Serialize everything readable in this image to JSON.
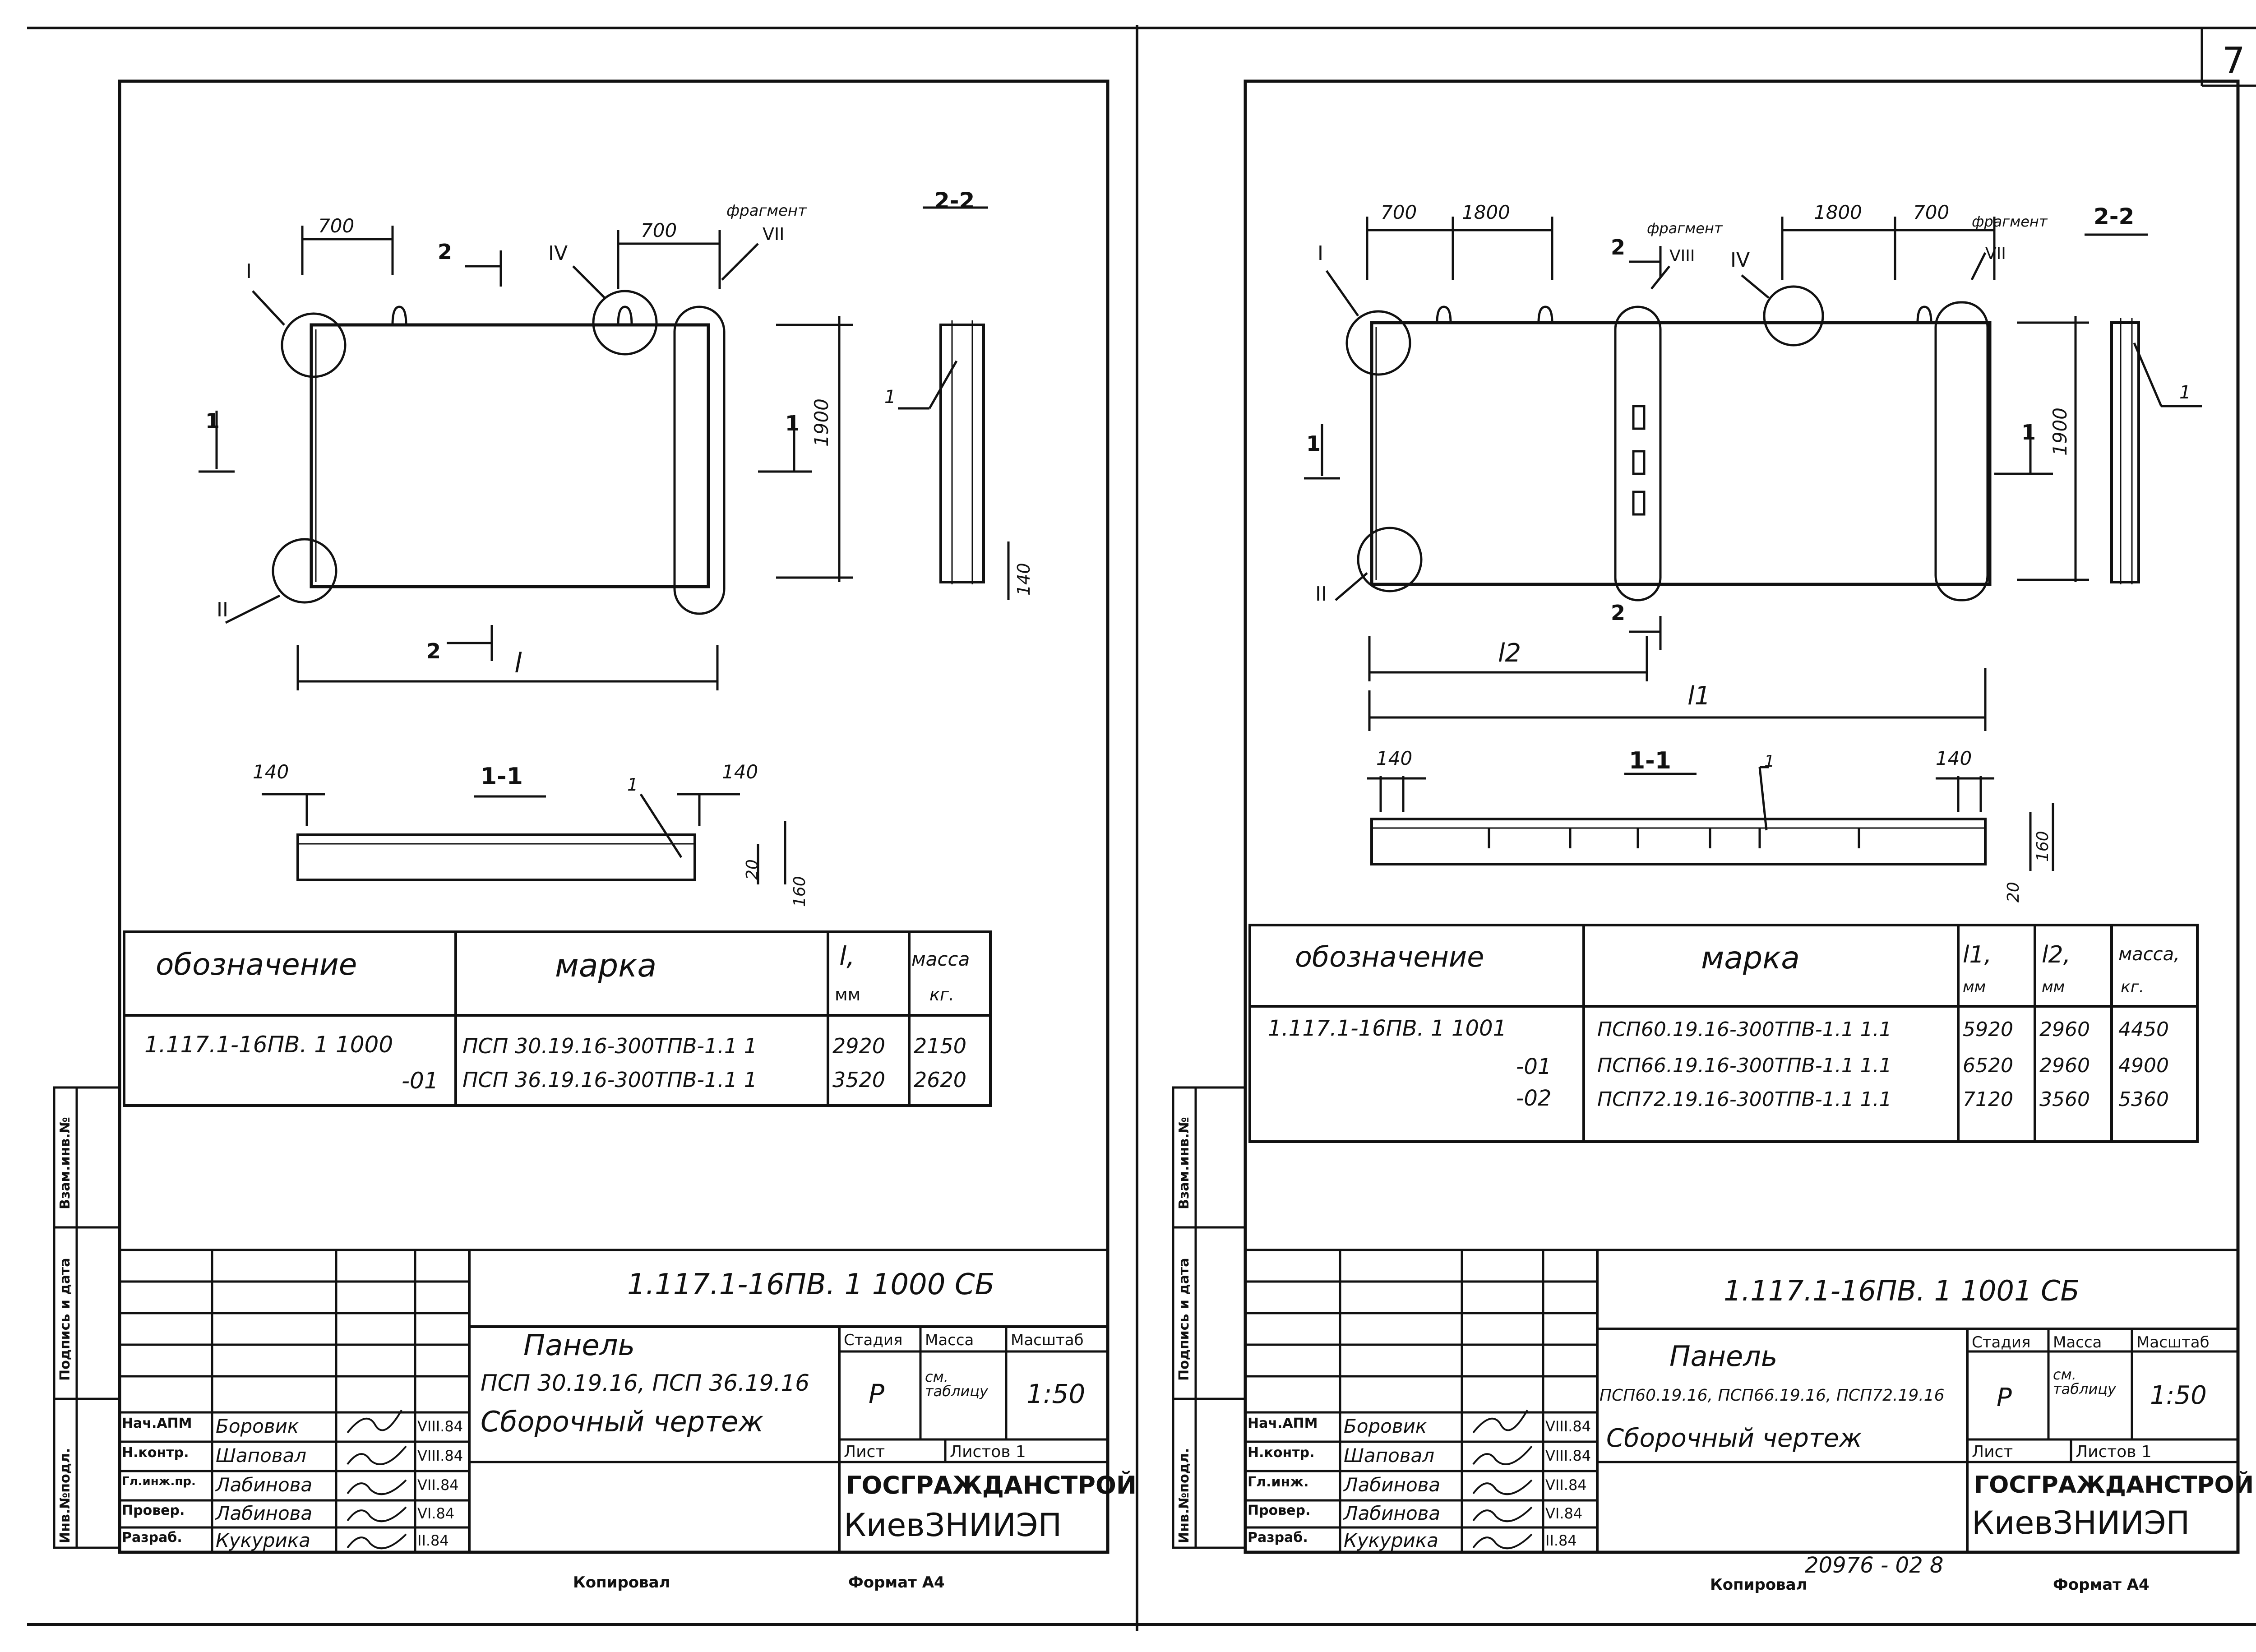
{
  "page_number": "7",
  "left": {
    "labels": {
      "dim_700_a": "700",
      "dim_700_b": "700",
      "fragment": "фрагмент",
      "fragment_num": "VII",
      "section_22": "2-2",
      "sec_mark_2a": "2",
      "sec_mark_2b": "2",
      "callout_I": "I",
      "callout_II": "II",
      "callout_IV": "IV",
      "sec_mark_1a": "1",
      "sec_mark_1b": "1",
      "dim_1900": "1900",
      "dim_l": "l",
      "callout_1": "1",
      "dim_140_v": "140",
      "section_11": "1-1",
      "dim_140_l": "140",
      "dim_140_r": "140",
      "callout_1b": "1",
      "dim_20": "20",
      "dim_160": "160"
    },
    "table": {
      "h_designation": "обозначение",
      "h_mark": "марка",
      "h_l": "l,",
      "h_l_unit": "мм",
      "h_mass": "масса",
      "h_mass_unit": "кг.",
      "rows": [
        {
          "designation": "1.117.1-16ПВ. 1 1000",
          "mark": "ПСП 30.19.16-300ТПВ-1.1 1",
          "l": "2920",
          "mass": "2150"
        },
        {
          "designation": "-01",
          "mark": "ПСП 36.19.16-300ТПВ-1.1 1",
          "l": "3520",
          "mass": "2620"
        }
      ]
    },
    "stamp": {
      "code": "1.117.1-16ПВ. 1 1000 СБ",
      "title1": "Панель",
      "title2": "ПСП 30.19.16, ПСП 36.19.16",
      "title3": "Сборочный чертеж",
      "stage_h": "Стадия",
      "mass_h": "Масса",
      "scale_h": "Масштаб",
      "stage": "Р",
      "mass": "см. таблицу",
      "scale": "1:50",
      "sheet": "Лист",
      "sheets": "Листов 1",
      "org1": "ГОСГРАЖДАНСТРОЙ",
      "org2": "КиевЗНИИЭП",
      "people": [
        {
          "role": "Нач.АПМ",
          "name": "Боровик",
          "date": "VIII.84"
        },
        {
          "role": "Н.контр.",
          "name": "Шаповал",
          "date": "VIII.84"
        },
        {
          "role": "Гл.инж.пр.",
          "name": "Лабинова",
          "date": "VII.84"
        },
        {
          "role": "Провер.",
          "name": "Лабинова",
          "date": "VI.84"
        },
        {
          "role": "Разраб.",
          "name": "Кукурика",
          "date": "II.84"
        }
      ],
      "side1": "Взам.инв.№",
      "side2": "Подпись и дата",
      "side3": "Инв.№подл."
    },
    "footer_copy": "Копировал",
    "footer_format": "Формат А4"
  },
  "right": {
    "labels": {
      "dim_700a": "700",
      "dim_1800a": "1800",
      "dim_1800b": "1800",
      "dim_700b": "700",
      "fragment_a": "фрагмент",
      "fragment_a_num": "VIII",
      "fragment_b": "фрагмент",
      "fragment_b_num": "VII",
      "section_22": "2-2",
      "callout_I": "I",
      "callout_IV": "IV",
      "callout_II": "II",
      "sec_mark_2a": "2",
      "sec_mark_2b": "2",
      "sec_mark_1a": "1",
      "sec_mark_1b": "1",
      "dim_1900": "1900",
      "dim_l2": "l2",
      "dim_l1": "l1",
      "callout_1": "1",
      "section_11": "1-1",
      "dim_140_l": "140",
      "dim_140_r": "140",
      "callout_1b": "1",
      "dim_20": "20",
      "dim_160": "160"
    },
    "table": {
      "h_designation": "обозначение",
      "h_mark": "марка",
      "h_l1": "l1,",
      "h_l2": "l2,",
      "h_unit": "мм",
      "h_mass": "масса,",
      "h_mass_unit": "кг.",
      "rows": [
        {
          "designation": "1.117.1-16ПВ. 1 1001",
          "mark": "ПСП60.19.16-300ТПВ-1.1 1.1",
          "l1": "5920",
          "l2": "2960",
          "mass": "4450"
        },
        {
          "designation": "-01",
          "mark": "ПСП66.19.16-300ТПВ-1.1 1.1",
          "l1": "6520",
          "l2": "2960",
          "mass": "4900"
        },
        {
          "designation": "-02",
          "mark": "ПСП72.19.16-300ТПВ-1.1 1.1",
          "l1": "7120",
          "l2": "3560",
          "mass": "5360"
        }
      ]
    },
    "stamp": {
      "code": "1.117.1-16ПВ. 1 1001 СБ",
      "title1": "Панель",
      "title2": "ПСП60.19.16, ПСП66.19.16, ПСП72.19.16",
      "title3": "Сборочный чертеж",
      "stage_h": "Стадия",
      "mass_h": "Масса",
      "scale_h": "Масштаб",
      "stage": "Р",
      "mass": "см. таблицу",
      "scale": "1:50",
      "sheet": "Лист",
      "sheets": "Листов 1",
      "org1": "ГОСГРАЖДАНСТРОЙ",
      "org2": "КиевЗНИИЭП",
      "people": [
        {
          "role": "Нач.АПМ",
          "name": "Боровик",
          "date": "VIII.84"
        },
        {
          "role": "Н.контр.",
          "name": "Шаповал",
          "date": "VIII.84"
        },
        {
          "role": "Гл.инж.",
          "name": "Лабинова",
          "date": "VII.84"
        },
        {
          "role": "Провер.",
          "name": "Лабинова",
          "date": "VI.84"
        },
        {
          "role": "Разраб.",
          "name": "Кукурика",
          "date": "II.84"
        }
      ],
      "side1": "Взам.инв.№",
      "side2": "Подпись и дата",
      "side3": "Инв.№подл."
    },
    "footer_number": "20976 - 02  8",
    "footer_copy": "Копировал",
    "footer_format": "Формат А4"
  }
}
